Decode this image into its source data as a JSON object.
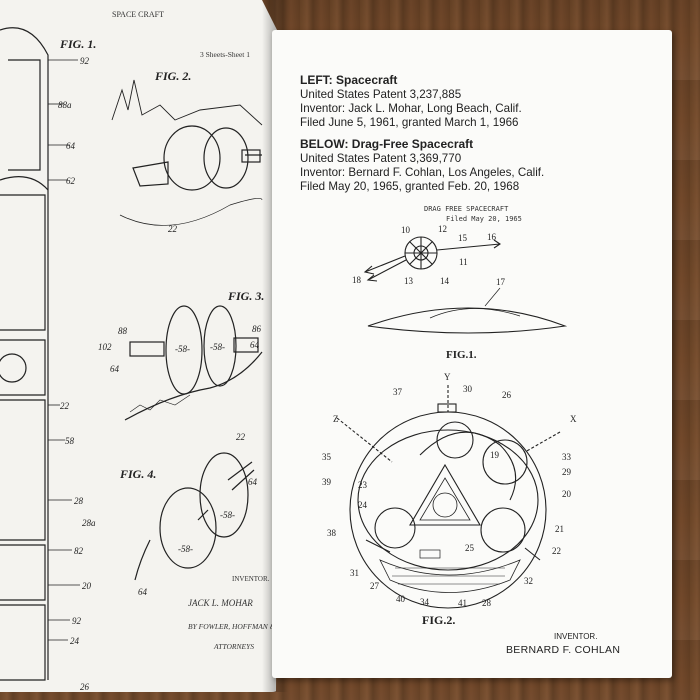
{
  "left_page": {
    "header": "SPACE CRAFT",
    "sheet": "3 Sheets-Sheet 1",
    "fig_labels": [
      "FIG. 1.",
      "FIG. 2.",
      "FIG. 3.",
      "FIG. 4."
    ],
    "ref_numbers": [
      "92",
      "88a",
      "64",
      "62",
      "22",
      "58",
      "28",
      "28a",
      "82",
      "20",
      "92",
      "24",
      "26",
      "22",
      "88",
      "102",
      "64",
      "-58-",
      "-58-",
      "86",
      "64",
      "22",
      "-58-",
      "-58-",
      "64",
      "64"
    ],
    "inventor_block": {
      "title": "INVENTOR.",
      "name": "JACK L. MOHAR",
      "by": "BY FOWLER, HOFFMAN & HURLEY",
      "attorneys": "ATTORNEYS"
    }
  },
  "right_page": {
    "left_entry": {
      "heading": "LEFT: Spacecraft",
      "patent": "United States Patent 3,237,885",
      "inventor": "Inventor: Jack L. Mohar, Long Beach, Calif.",
      "filed": "Filed June 5, 1961, granted March 1, 1966"
    },
    "below_entry": {
      "heading": "BELOW: Drag-Free Spacecraft",
      "patent": "United States Patent 3,369,770",
      "inventor": "Inventor: Bernard F. Cohlan, Los Angeles, Calif.",
      "filed": "Filed May 20, 1965, granted Feb. 20, 1968"
    },
    "drawing_header": {
      "title": "DRAG FREE SPACECRAFT",
      "filed": "Filed May 20, 1965"
    },
    "fig1_label": "FIG.1.",
    "fig2_label": "FIG.2.",
    "fig1_numbers": [
      "10",
      "12",
      "15",
      "16",
      "11",
      "14",
      "13",
      "18",
      "17"
    ],
    "fig2_numbers": [
      "Y",
      "30",
      "37",
      "26",
      "Z",
      "X",
      "35",
      "19",
      "33",
      "29",
      "39",
      "23",
      "20",
      "24",
      "21",
      "38",
      "25",
      "22",
      "31",
      "27",
      "40",
      "34",
      "41",
      "28",
      "32"
    ],
    "inventor_label": "INVENTOR.",
    "inventor_name": "BERNARD F. COHLAN"
  }
}
